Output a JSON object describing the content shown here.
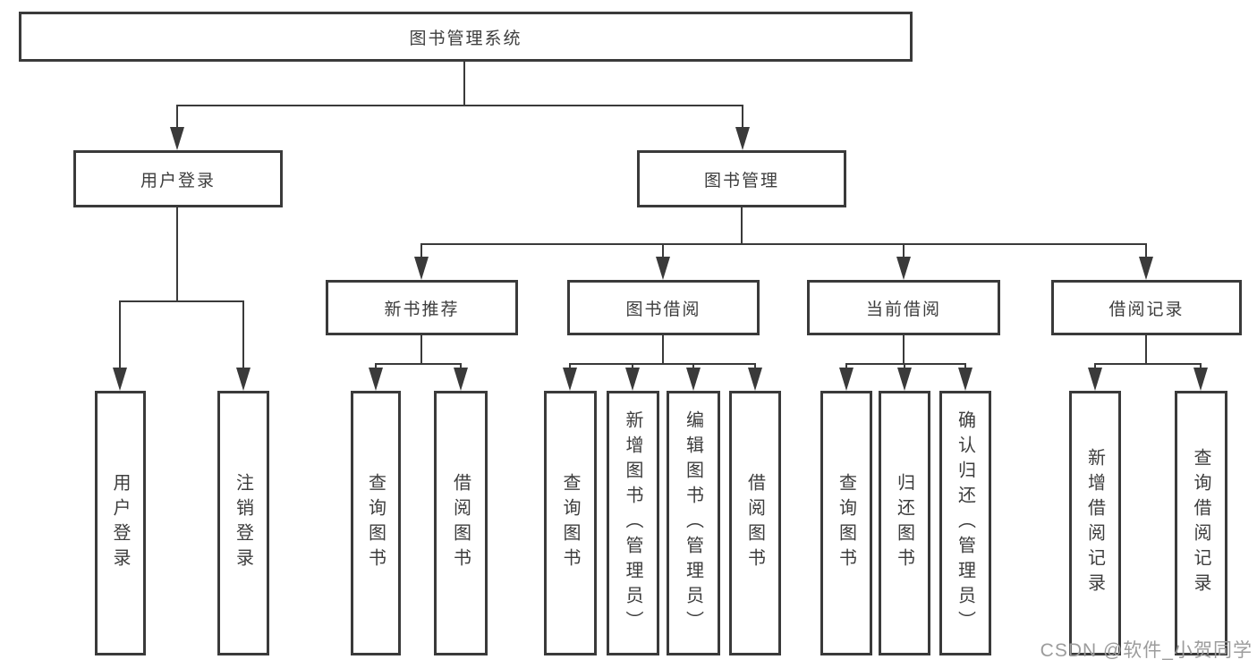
{
  "tree": {
    "root": {
      "label": "图书管理系统"
    },
    "user_login": {
      "label": "用户登录",
      "children": [
        {
          "label": "用户登录"
        },
        {
          "label": "注销登录"
        }
      ]
    },
    "book_mgmt": {
      "label": "图书管理",
      "sections": [
        {
          "label": "新书推荐",
          "children": [
            {
              "label": "查询图书"
            },
            {
              "label": "借阅图书"
            }
          ]
        },
        {
          "label": "图书借阅",
          "children": [
            {
              "label": "查询图书"
            },
            {
              "label": "新增图书（管理员）"
            },
            {
              "label": "编辑图书（管理员）"
            },
            {
              "label": "借阅图书"
            }
          ]
        },
        {
          "label": "当前借阅",
          "children": [
            {
              "label": "查询图书"
            },
            {
              "label": "归还图书"
            },
            {
              "label": "确认归还（管理员）"
            }
          ]
        },
        {
          "label": "借阅记录",
          "children": [
            {
              "label": "新增借阅记录"
            },
            {
              "label": "查询借阅记录"
            }
          ]
        }
      ]
    }
  },
  "watermark": {
    "text": "CSDN @软件_小贺同学"
  },
  "colors": {
    "line": "#3a3a3a",
    "box_border": "#3a3a3a",
    "text": "#3d3d3d",
    "background": "#ffffff",
    "watermark": "#9c9c9c"
  }
}
